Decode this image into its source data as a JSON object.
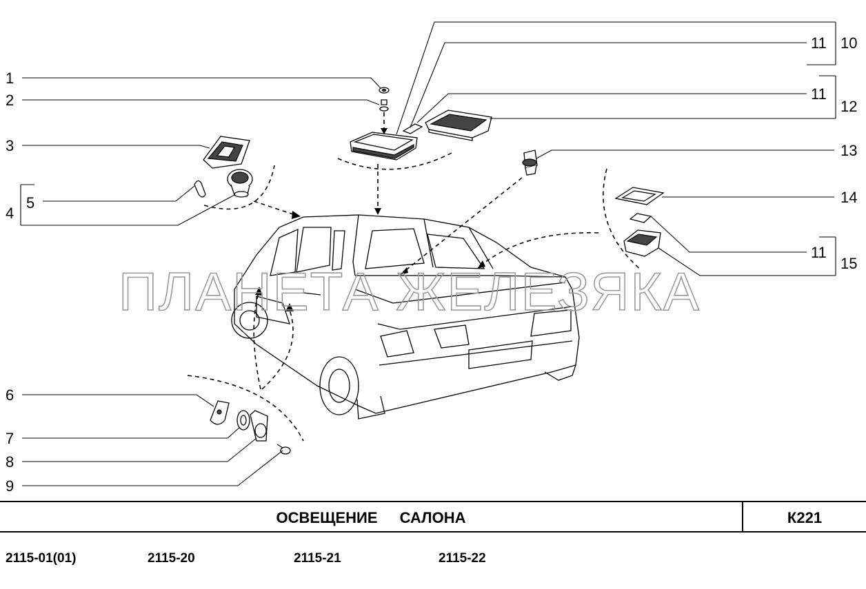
{
  "callouts": [
    "1",
    "2",
    "3",
    "4",
    "5",
    "6",
    "7",
    "8",
    "9",
    "10",
    "11",
    "11",
    "11",
    "11",
    "12",
    "13",
    "14",
    "15"
  ],
  "watermark": "ПЛАНЕТА ЖЕЛЕЗЯКА",
  "title": "ОСВЕЩЕНИЕ САЛОНА",
  "page_code": "К221",
  "models": [
    "2115-01(01)",
    "2115-20",
    "2115-21",
    "2115-22"
  ]
}
